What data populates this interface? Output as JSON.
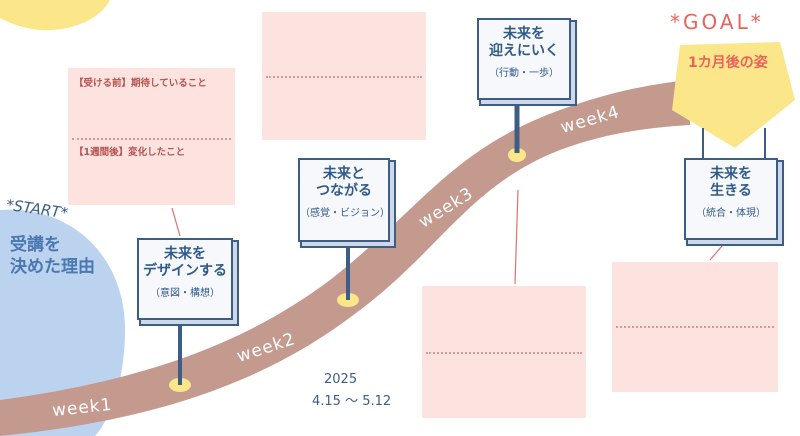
{
  "start": {
    "label": "*START*",
    "text": "受講を\n決めた理由"
  },
  "goal": {
    "label": "*GOAL*",
    "text": "1カ月後の姿"
  },
  "notes": {
    "before_label": "【受ける前】期待していること",
    "after_label": "【1週間後】変化したこと"
  },
  "signs": [
    {
      "title": "未来を\nデザインする",
      "sub": "（意図・構想）"
    },
    {
      "title": "未来と\nつながる",
      "sub": "（感覚・ビジョン）"
    },
    {
      "title": "未来を\n迎えにいく",
      "sub": "（行動・一歩）"
    },
    {
      "title": "未来を\n生きる",
      "sub": "（統合・体現）"
    }
  ],
  "weeks": [
    "week1",
    "week2",
    "week3",
    "week4"
  ],
  "date": {
    "year": "2025",
    "range": "4.15 ～ 5.12"
  },
  "colors": {
    "road": "#c49a8f",
    "pink": "#fde3df",
    "yellow": "#fce68a",
    "blue": "#bcd3f0",
    "sign_border": "#3c5d86",
    "goal_red": "#e9625b"
  }
}
